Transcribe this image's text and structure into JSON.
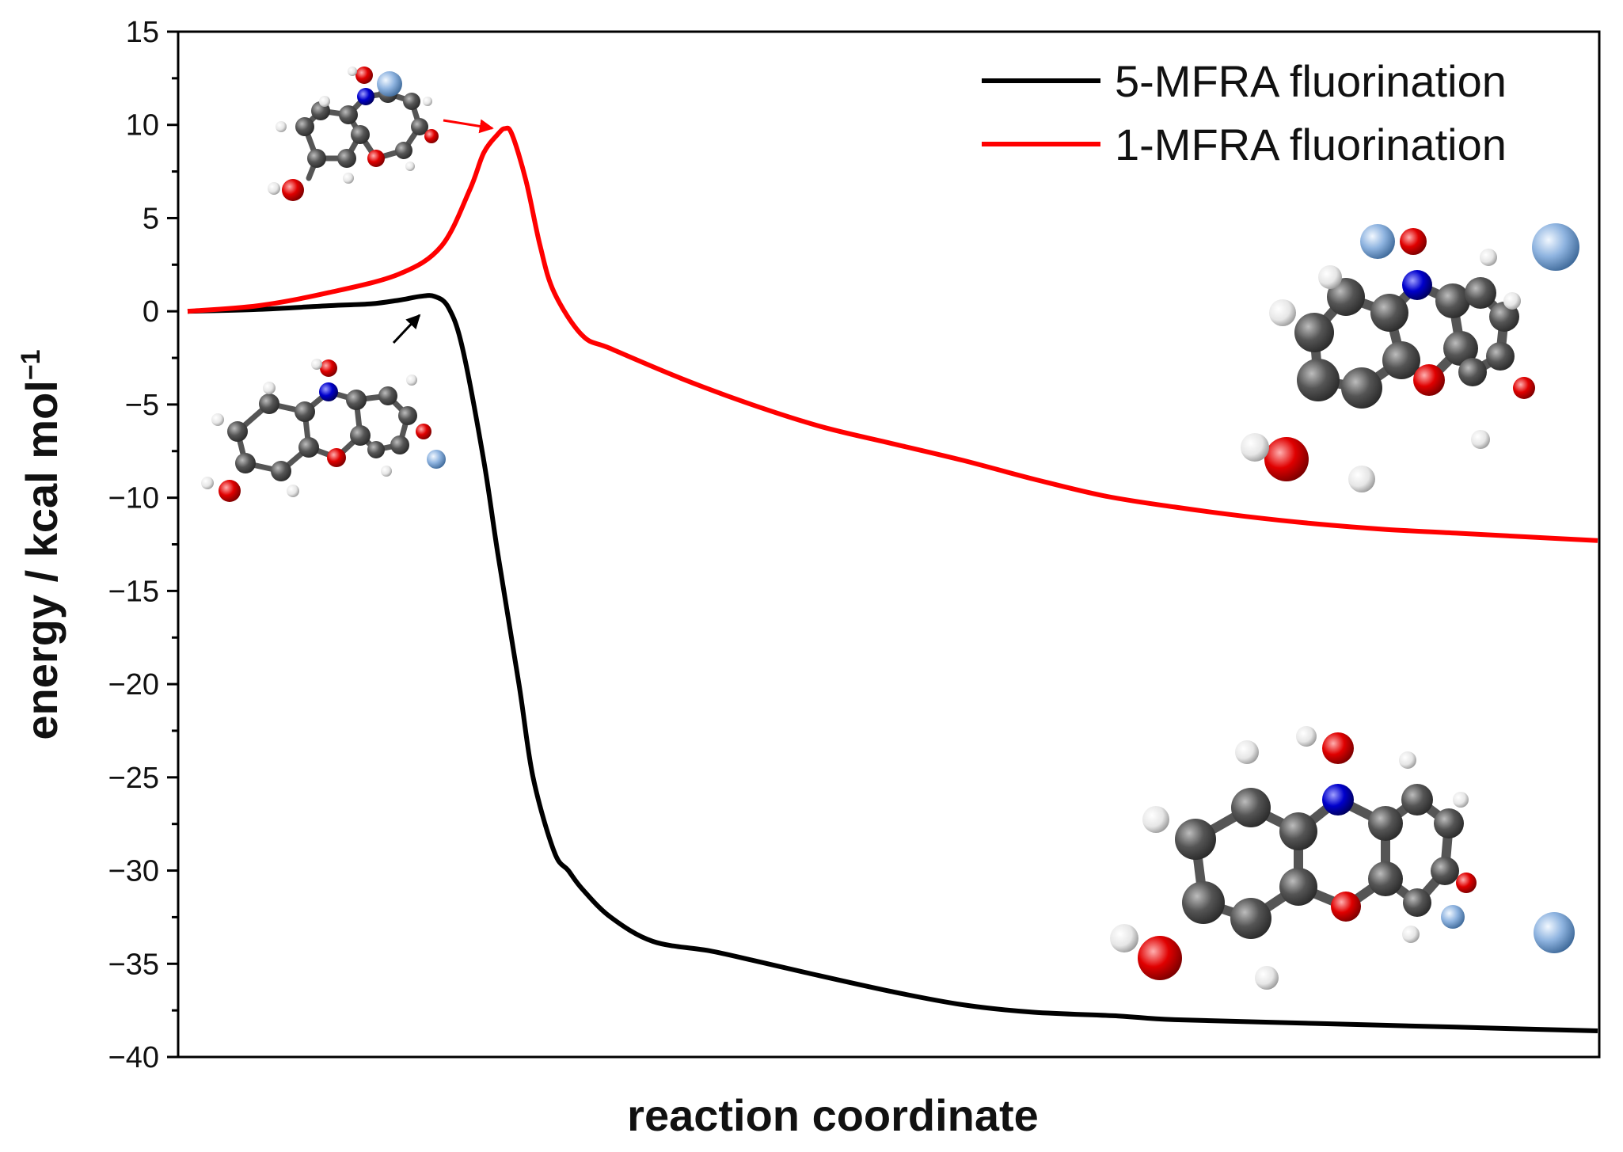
{
  "chart_data": {
    "type": "line",
    "title": "",
    "xlabel": "reaction coordinate",
    "ylabel": "energy / kcal mol",
    "ylabel_superscript": "−1",
    "ylim": [
      -40,
      15
    ],
    "xlim": [
      0,
      1
    ],
    "yticks": [
      15,
      10,
      5,
      0,
      -5,
      -10,
      -15,
      -20,
      -25,
      -30,
      -35,
      -40
    ],
    "ytick_labels": [
      "15",
      "10",
      "5",
      "0",
      "−5",
      "−10",
      "−15",
      "−20",
      "−25",
      "−30",
      "−35",
      "−40"
    ],
    "legend_position": "top-right",
    "grid": false,
    "series": [
      {
        "name": "5-MFRA fluorination",
        "color": "#000000",
        "x": [
          0.0,
          0.05,
          0.1,
          0.13,
          0.15,
          0.165,
          0.175,
          0.185,
          0.195,
          0.21,
          0.22,
          0.235,
          0.245,
          0.26,
          0.27,
          0.28,
          0.3,
          0.33,
          0.37,
          0.4,
          0.44,
          0.5,
          0.55,
          0.6,
          0.66,
          0.7,
          0.8,
          0.9,
          1.0
        ],
        "y": [
          0.0,
          0.1,
          0.3,
          0.4,
          0.6,
          0.8,
          0.8,
          0.2,
          -2.0,
          -8.0,
          -13.0,
          -20.0,
          -25.0,
          -29.0,
          -30.0,
          -31.0,
          -32.5,
          -33.8,
          -34.3,
          -34.8,
          -35.5,
          -36.5,
          -37.2,
          -37.6,
          -37.8,
          -38.0,
          -38.2,
          -38.4,
          -38.6
        ]
      },
      {
        "name": "1-MFRA fluorination",
        "color": "#ff0000",
        "x": [
          0.0,
          0.05,
          0.1,
          0.15,
          0.18,
          0.2,
          0.21,
          0.22,
          0.225,
          0.23,
          0.24,
          0.25,
          0.26,
          0.28,
          0.3,
          0.35,
          0.4,
          0.45,
          0.5,
          0.55,
          0.6,
          0.65,
          0.7,
          0.75,
          0.8,
          0.85,
          0.9,
          0.95,
          1.0
        ],
        "y": [
          0.0,
          0.3,
          1.0,
          2.0,
          3.5,
          6.5,
          8.5,
          9.5,
          9.8,
          9.5,
          7.0,
          3.5,
          1.0,
          -1.3,
          -2.0,
          -3.6,
          -5.0,
          -6.2,
          -7.1,
          -8.0,
          -9.0,
          -9.9,
          -10.5,
          -11.0,
          -11.4,
          -11.7,
          -11.9,
          -12.1,
          -12.3
        ]
      }
    ]
  },
  "molecule_colors": {
    "carbon": "#555555",
    "hydrogen": "#e6e6e6",
    "oxygen": "#e00000",
    "nitrogen": "#0000cc",
    "fluorine": "#8fb4e0"
  }
}
